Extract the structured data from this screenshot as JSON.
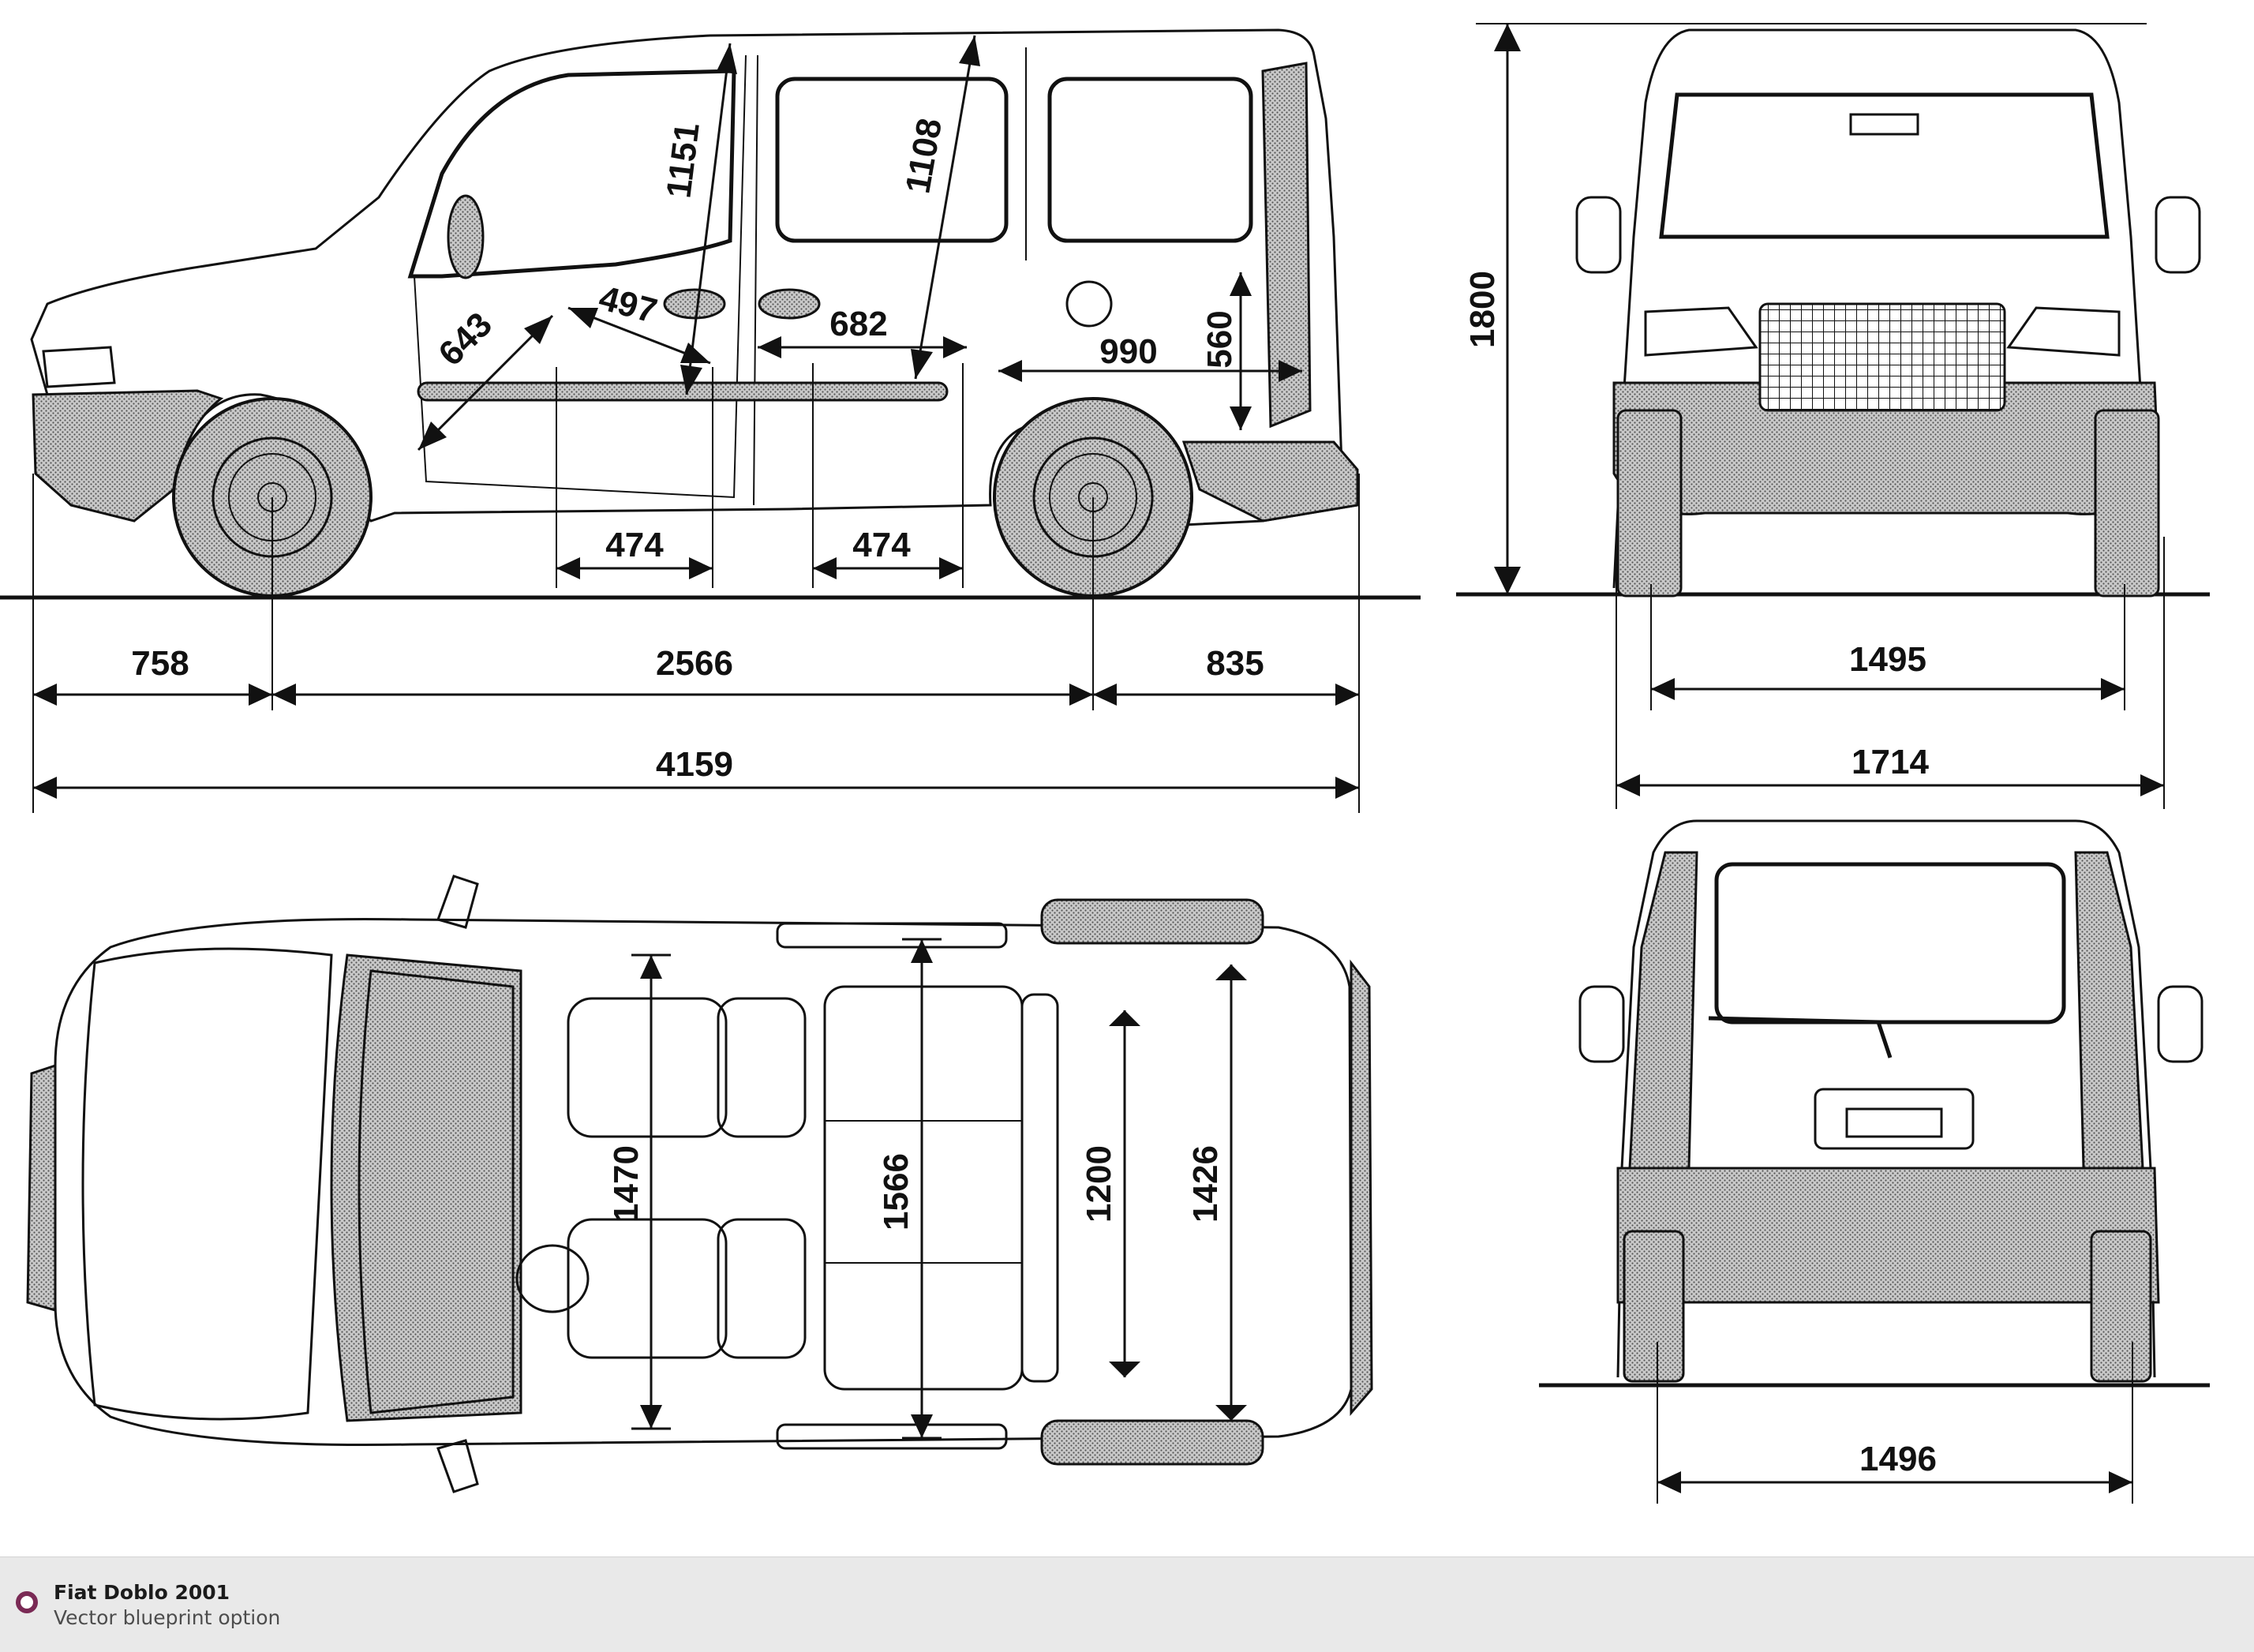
{
  "footer": {
    "title": "Fiat Doblo 2001",
    "subtitle": "Vector blueprint option",
    "logo_icon": "circle-logo-icon",
    "accent_color": "#7a2a55",
    "background_color": "#e9e9e9"
  },
  "dimensions_mm": {
    "side_view": {
      "front_overhang": "758",
      "wheelbase": "2566",
      "rear_overhang": "835",
      "overall_length": "4159",
      "front_door_opening_height": "1151",
      "sliding_door_opening_height": "1108",
      "front_door_diagonal": "643",
      "front_door_width": "497",
      "sliding_door_width": "682",
      "load_floor_length": "990",
      "load_sill_height": "560",
      "front_door_bottom_width": "474",
      "sliding_door_bottom_width": "474"
    },
    "front_view": {
      "overall_height": "1800",
      "front_track": "1495",
      "overall_width": "1714"
    },
    "rear_view": {
      "rear_track": "1496"
    },
    "top_view": {
      "front_seat_width": "1470",
      "rear_seat_width": "1566",
      "load_width_between_arches": "1200",
      "load_width_max": "1426"
    }
  }
}
